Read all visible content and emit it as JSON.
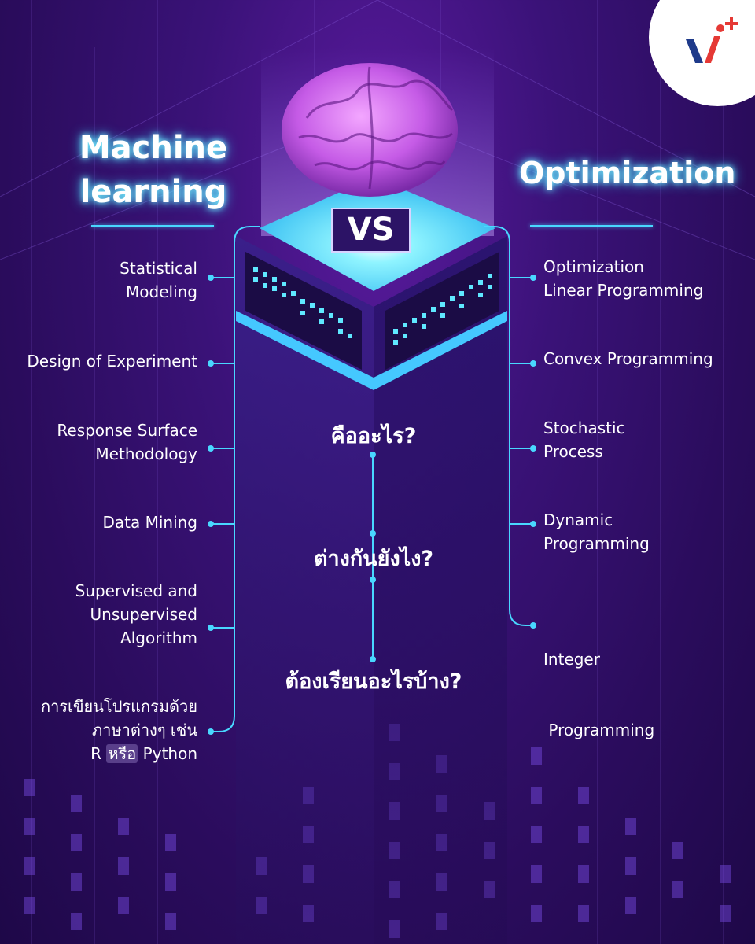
{
  "titles": {
    "left": "Machine learning",
    "left_line1": "Machine",
    "left_line2": "learning",
    "right": "Optimization",
    "vs": "VS"
  },
  "left_items": [
    {
      "lines": [
        "Statistical",
        "Modeling"
      ]
    },
    {
      "lines": [
        "Design of Experiment"
      ]
    },
    {
      "lines": [
        "Response Surface",
        "Methodology"
      ]
    },
    {
      "lines": [
        "Data Mining"
      ]
    },
    {
      "lines": [
        "Supervised and",
        "Unsupervised",
        "Algorithm"
      ]
    },
    {
      "lines": [
        "การเขียนโปรแกรมด้วย",
        "ภาษาต่างๆ เช่น"
      ],
      "last_prefix": "R ",
      "last_highlight": "หรือ",
      "last_suffix": " Python"
    }
  ],
  "right_items": [
    {
      "lines": [
        "Optimization",
        "Linear Programming"
      ]
    },
    {
      "lines": [
        "Convex Programming"
      ]
    },
    {
      "lines": [
        "Stochastic",
        "Process"
      ]
    },
    {
      "lines": [
        "Dynamic",
        "Programming"
      ]
    },
    {
      "lines": [
        "Integer",
        " Programming"
      ]
    }
  ],
  "questions": [
    "คืออะไร?",
    "ต่างกันยังไง?",
    "ต้องเรียนอะไรบ้าง?"
  ],
  "colors": {
    "accent": "#49d7ff",
    "background": "#3a1278",
    "logo_v": "#1e3a8a",
    "logo_i": "#e53935"
  },
  "icons": {
    "brain": "brain-icon",
    "logo": "brand-logo-icon"
  }
}
